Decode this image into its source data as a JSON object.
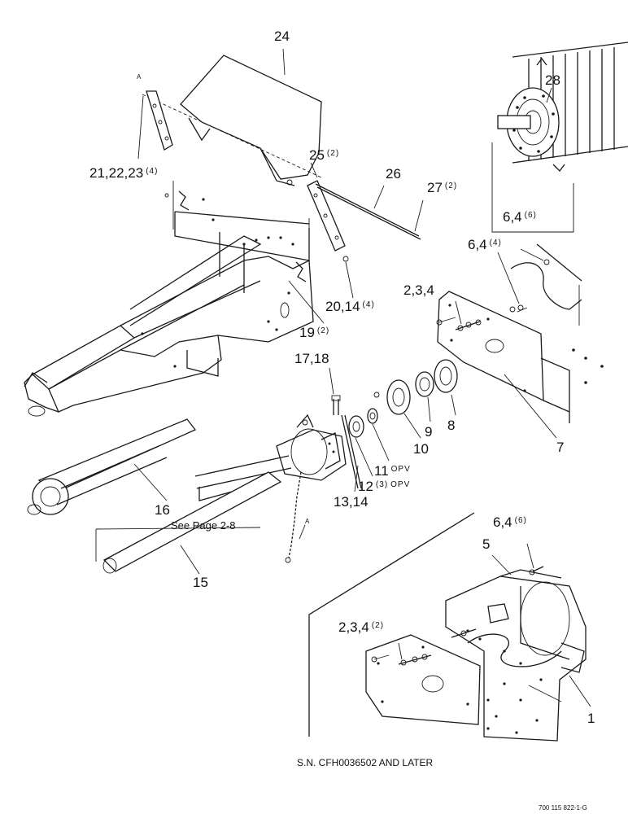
{
  "callouts": {
    "c24": {
      "num": "24"
    },
    "c28": {
      "num": "28"
    },
    "c25": {
      "num": "25",
      "qty": "(2)"
    },
    "c26": {
      "num": "26"
    },
    "c27": {
      "num": "27",
      "qty": "(2)"
    },
    "c21": {
      "num": "21,22,23",
      "qty": "(4)"
    },
    "c64a": {
      "num": "6,4",
      "qty": "(6)"
    },
    "c64b": {
      "num": "6,4",
      "qty": "(4)"
    },
    "c234a": {
      "num": "2,3,4"
    },
    "c2014": {
      "num": "20,14",
      "qty": "(4)"
    },
    "c19": {
      "num": "19",
      "qty": "(2)"
    },
    "c1718": {
      "num": "17,18"
    },
    "c8": {
      "num": "8"
    },
    "c9": {
      "num": "9"
    },
    "c10": {
      "num": "10"
    },
    "c7": {
      "num": "7"
    },
    "c11": {
      "num": "11",
      "suffix": "OPV"
    },
    "c12": {
      "num": "12",
      "qty": "(3)",
      "suffix": "OPV"
    },
    "c1314": {
      "num": "13,14"
    },
    "c16": {
      "num": "16"
    },
    "c15": {
      "num": "15"
    },
    "c64c": {
      "num": "6,4",
      "qty": "(6)"
    },
    "c5": {
      "num": "5"
    },
    "c234b": {
      "num": "2,3,4",
      "qty": "(2)"
    },
    "c1": {
      "num": "1"
    }
  },
  "refs": {
    "a1": "A",
    "a2": "A"
  },
  "see_page": "See Page 2-8",
  "serial_note": "S.N. CFH0036502 AND LATER",
  "figure_id": "700 115 822-1-G"
}
